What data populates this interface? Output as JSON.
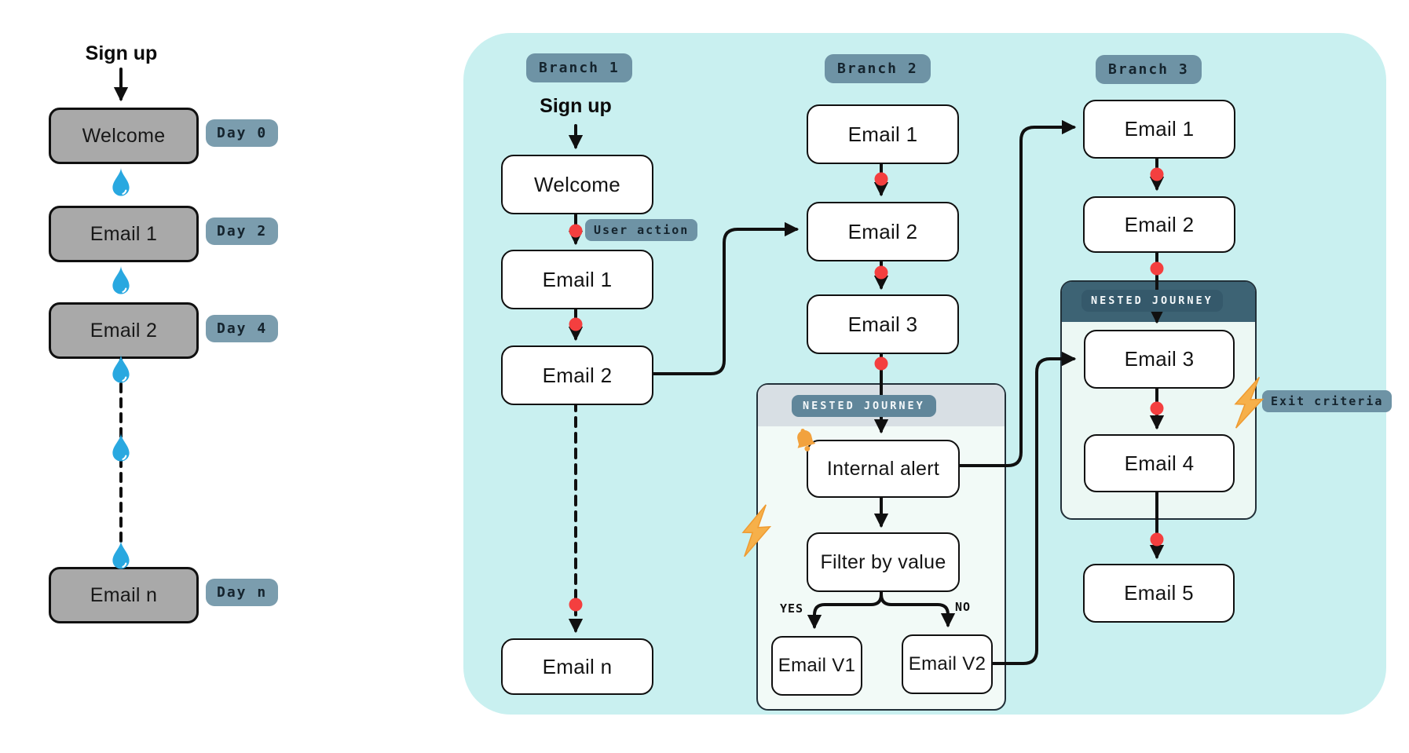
{
  "left_flow": {
    "trigger": "Sign up",
    "steps": [
      {
        "label": "Welcome",
        "day": "Day 0"
      },
      {
        "label": "Email 1",
        "day": "Day 2"
      },
      {
        "label": "Email 2",
        "day": "Day 4"
      },
      {
        "label": "Email n",
        "day": "Day n"
      }
    ]
  },
  "journey": {
    "branch1": {
      "badge": "Branch 1",
      "trigger": "Sign up",
      "node_welcome": "Welcome",
      "node_email1": "Email 1",
      "node_email2": "Email 2",
      "node_emailn": "Email n",
      "user_action_badge": "User action"
    },
    "branch2": {
      "badge": "Branch 2",
      "node_email1": "Email 1",
      "node_email2": "Email 2",
      "node_email3": "Email 3",
      "nested": {
        "title": "NESTED JOURNEY",
        "node_alert": "Internal alert",
        "node_filter": "Filter by value",
        "yes": "YES",
        "no": "NO",
        "node_v1": "Email V1",
        "node_v2": "Email V2"
      }
    },
    "branch3": {
      "badge": "Branch 3",
      "node_email1": "Email 1",
      "node_email2": "Email 2",
      "nested": {
        "title": "NESTED JOURNEY",
        "node_email3": "Email 3",
        "node_email4": "Email 4"
      },
      "node_email5": "Email 5",
      "exit_badge": "Exit criteria"
    }
  },
  "icons": {
    "water_drop": "water-drop-icon",
    "bell": "bell-icon",
    "lightning": "lightning-icon"
  },
  "colors": {
    "panel_teal": "#c9f0f0",
    "badge_slate": "#6e93a5",
    "day_badge_slate": "#7b9dae",
    "node_gray": "#a9a9a9",
    "node_white": "#ffffff",
    "dot_red": "#f43f3f",
    "drop_blue": "#29a8e0",
    "bolt_orange": "#f6b04a",
    "bell_orange": "#f2a23e",
    "nested_header_dark": "#3d6374",
    "nested_header_light": "#d8dfe4",
    "line_black": "#101010"
  }
}
